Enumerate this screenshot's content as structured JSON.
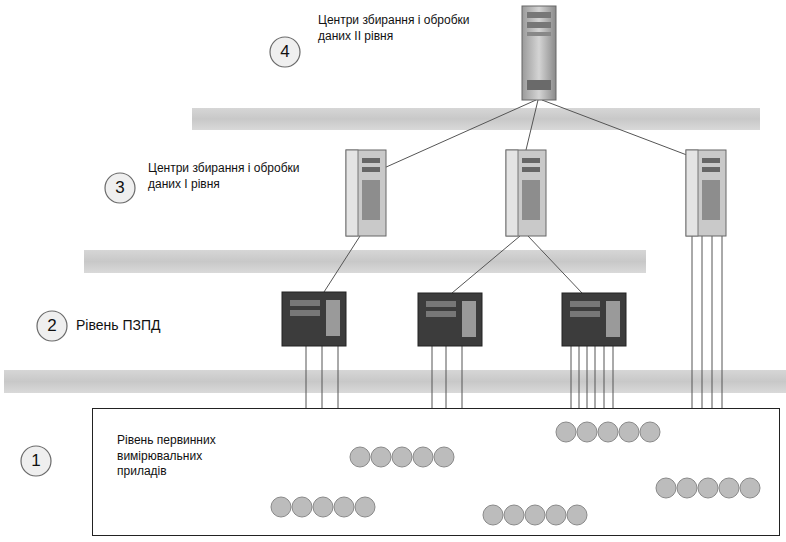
{
  "diagram": {
    "nodes": [
      {
        "text": [
          "4"
        ]
      },
      {
        "text": [
          "3"
        ]
      },
      {
        "text": [
          "2"
        ]
      },
      {
        "text": [
          "1"
        ]
      },
      {
        "text": [
          "Рівень первинних вимірювальних приладів"
        ]
      }
    ],
    "labels": [
      "Центри збирання і обробки даних ІІ рівня",
      "Центри збирання і обробки даних І рівня",
      "Рівень ПЗПД"
    ]
  }
}
